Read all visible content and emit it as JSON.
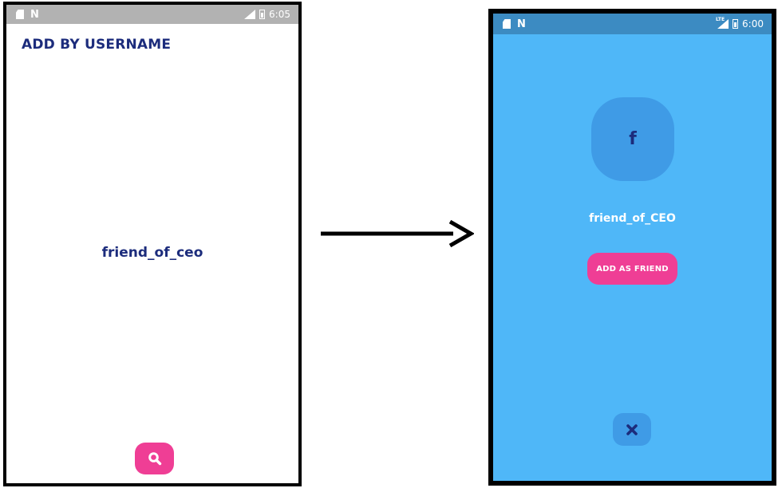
{
  "left_screen": {
    "status_bar": {
      "time": "6:05",
      "left_icons": [
        "sd-card-icon",
        "n-notification-icon"
      ],
      "right_icons": [
        "lte-signal-icon",
        "battery-icon"
      ]
    },
    "title": "ADD BY USERNAME",
    "username_value": "friend_of_ceo",
    "search_button_icon": "search-icon",
    "colors": {
      "background": "#ffffff",
      "status_bar": "#b2b2b2",
      "text": "#1c2c7c",
      "accent": "#ef3e95"
    }
  },
  "arrow_icon": "right-arrow-icon",
  "right_screen": {
    "status_bar": {
      "time": "6:00",
      "lte_label": "LTE",
      "left_icons": [
        "sd-card-icon",
        "n-notification-icon"
      ],
      "right_icons": [
        "lte-signal-icon",
        "battery-icon"
      ]
    },
    "avatar_letter": "f",
    "username": "friend_of_CEO",
    "add_friend_label": "ADD AS FRIEND",
    "close_button_icon": "close-icon",
    "colors": {
      "background": "#4fb7f8",
      "status_bar": "#3c8bc2",
      "avatar_bg": "#3f9be6",
      "text_dark": "#1c2c7c",
      "accent": "#ef3e95"
    }
  }
}
